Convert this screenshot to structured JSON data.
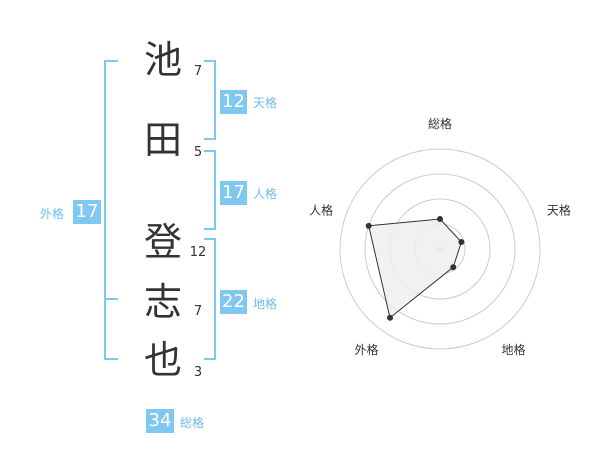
{
  "name": [
    {
      "char": "池",
      "strokes": "7"
    },
    {
      "char": "田",
      "strokes": "5"
    },
    {
      "char": "登",
      "strokes": "12"
    },
    {
      "char": "志",
      "strokes": "7"
    },
    {
      "char": "也",
      "strokes": "3"
    }
  ],
  "kakusu": {
    "tenkaku": {
      "value": "12",
      "label": "天格"
    },
    "jinkaku": {
      "value": "17",
      "label": "人格"
    },
    "chikaku": {
      "value": "22",
      "label": "地格"
    },
    "gaikaku": {
      "value": "17",
      "label": "外格"
    },
    "soukaku": {
      "value": "34",
      "label": "総格"
    }
  },
  "chart_data": {
    "type": "radar",
    "axes": [
      "総格",
      "天格",
      "地格",
      "外格",
      "人格"
    ],
    "values": [
      1.2,
      0.9,
      0.9,
      3.4,
      3.0
    ],
    "rmax": 4,
    "rings": 4,
    "colors": {
      "fill": "#efefef",
      "line": "#333333",
      "grid": "#cccccc",
      "accent": "#7fc8ef"
    }
  }
}
